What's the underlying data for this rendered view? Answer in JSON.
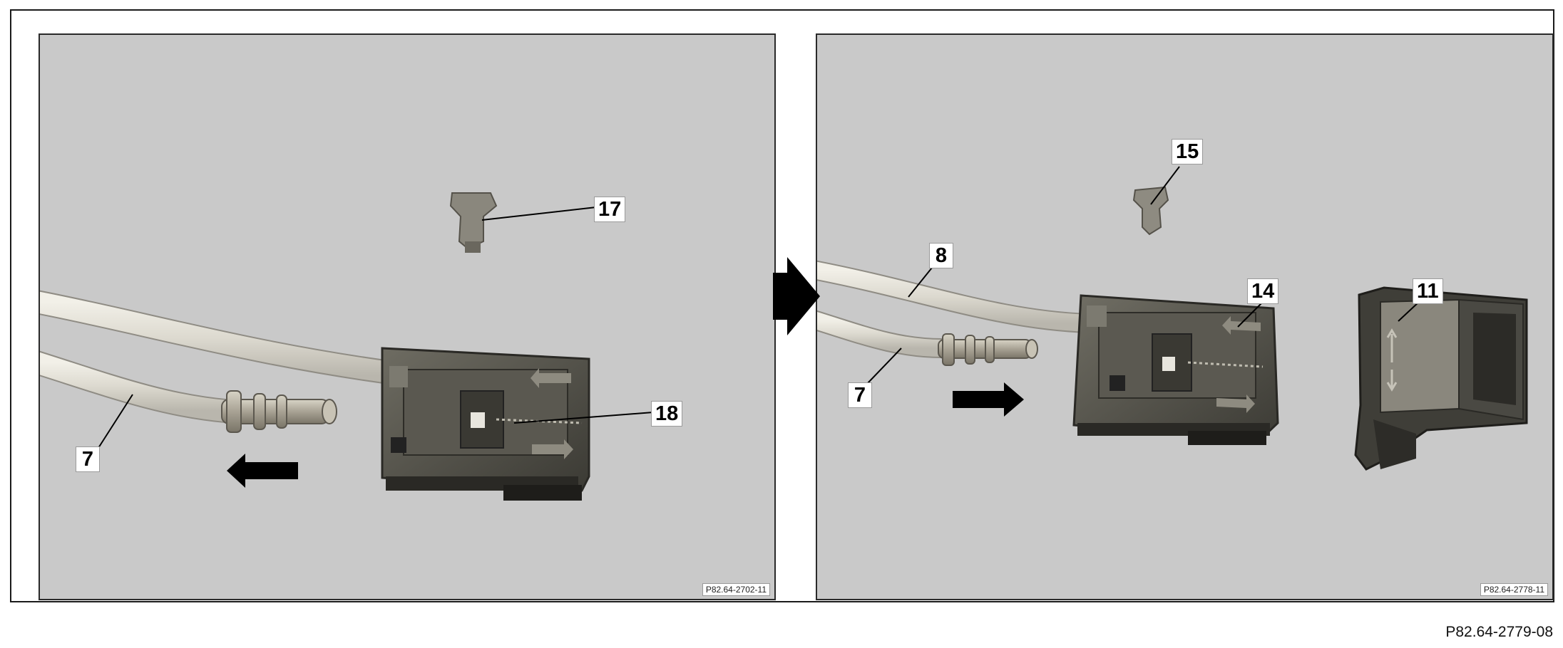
{
  "left_panel": {
    "photo_ref": "P82.64-2702-11",
    "callouts": {
      "a": "17",
      "b": "18",
      "c": "7"
    }
  },
  "right_panel": {
    "photo_ref": "P82.64-2778-11",
    "callouts": {
      "a": "15",
      "b": "8",
      "c": "14",
      "d": "11",
      "e": "7"
    }
  },
  "figure_ref": "P82.64-2779-08",
  "icons": {
    "transition": "arrow-right-icon",
    "left_direction": "arrow-left-icon",
    "right_direction": "arrow-right-icon"
  },
  "colors": {
    "background": "#c9c9c9",
    "hose": "#e6e3da",
    "connector": "#4a4a42"
  }
}
